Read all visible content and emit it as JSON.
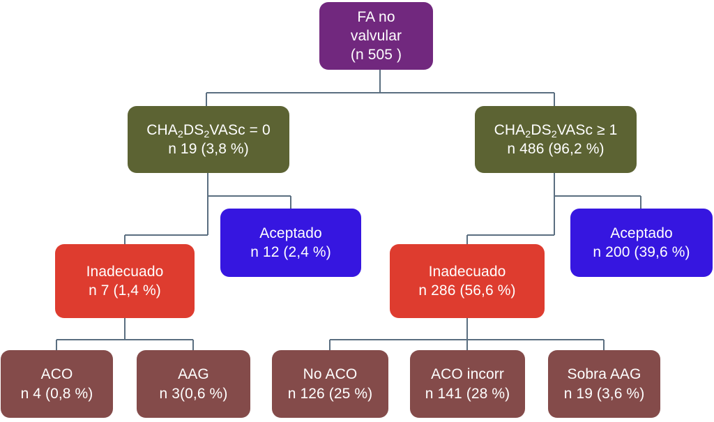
{
  "diagram": {
    "title": "FA no valvular flow diagram",
    "colors": {
      "root": "#71287E",
      "score": "#5C6333",
      "accepted": "#3616E0",
      "inadequate": "#DE3C2F",
      "outcome": "#844B4A",
      "connector": "#5A6E80",
      "background": "#FFFFFF",
      "text": "#FFFFFF"
    },
    "nodes": {
      "root": {
        "line1": "FA no",
        "line2": "valvular",
        "line3": "(n 505 )"
      },
      "score_zero": {
        "label_pre": "CHA",
        "label_sub1": "2",
        "label_mid": "DS",
        "label_sub2": "2",
        "label_post": "VASc = 0",
        "line2": "n 19 (3,8 %)"
      },
      "score_one": {
        "label_pre": "CHA",
        "label_sub1": "2",
        "label_mid": "DS",
        "label_sub2": "2",
        "label_post": "VASc ≥ 1",
        "line2": "n 486 (96,2 %)"
      },
      "accepted_left": {
        "line1": "Aceptado",
        "line2": "n 12 (2,4 %)"
      },
      "inadequate_left": {
        "line1": "Inadecuado",
        "line2": "n 7 (1,4 %)"
      },
      "inadequate_right": {
        "line1": "Inadecuado",
        "line2": "n 286 (56,6 %)"
      },
      "accepted_right": {
        "line1": "Aceptado",
        "line2": "n 200 (39,6 %)"
      },
      "aco": {
        "line1": "ACO",
        "line2": "n 4 (0,8 %)"
      },
      "aag": {
        "line1": "AAG",
        "line2": "n 3(0,6 %)"
      },
      "no_aco": {
        "line1": "No ACO",
        "line2": "n 126 (25 %)"
      },
      "aco_incorr": {
        "line1": "ACO incorr",
        "line2": "n 141 (28 %)"
      },
      "sobra_aag": {
        "line1": "Sobra AAG",
        "line2": "n 19 (3,6 %)"
      }
    }
  }
}
